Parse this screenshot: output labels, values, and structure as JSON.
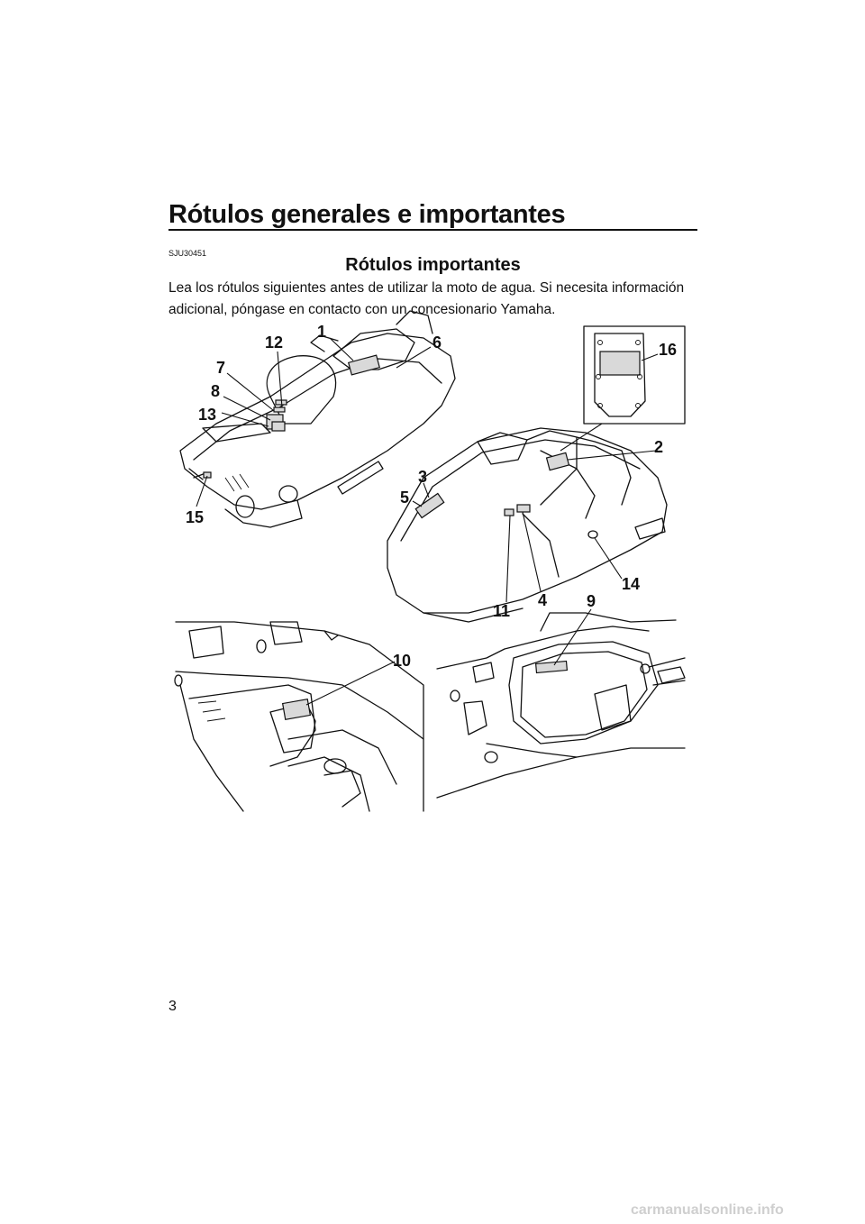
{
  "header": {
    "title": "Rótulos generales e importantes"
  },
  "section": {
    "code": "SJU30451",
    "title": "Rótulos importantes",
    "intro": "Lea los rótulos siguientes antes de utilizar la moto de agua. Si necesita información adicional, póngase en contacto con un concesionario Yamaha."
  },
  "figure": {
    "callouts": {
      "c1": "1",
      "c2": "2",
      "c3": "3",
      "c4": "4",
      "c5": "5",
      "c6": "6",
      "c7": "7",
      "c8": "8",
      "c9": "9",
      "c10": "10",
      "c11": "11",
      "c12": "12",
      "c13": "13",
      "c14": "14",
      "c15": "15",
      "c16": "16"
    }
  },
  "footer": {
    "page_number": "3",
    "url": "carmanualsonline.info"
  }
}
